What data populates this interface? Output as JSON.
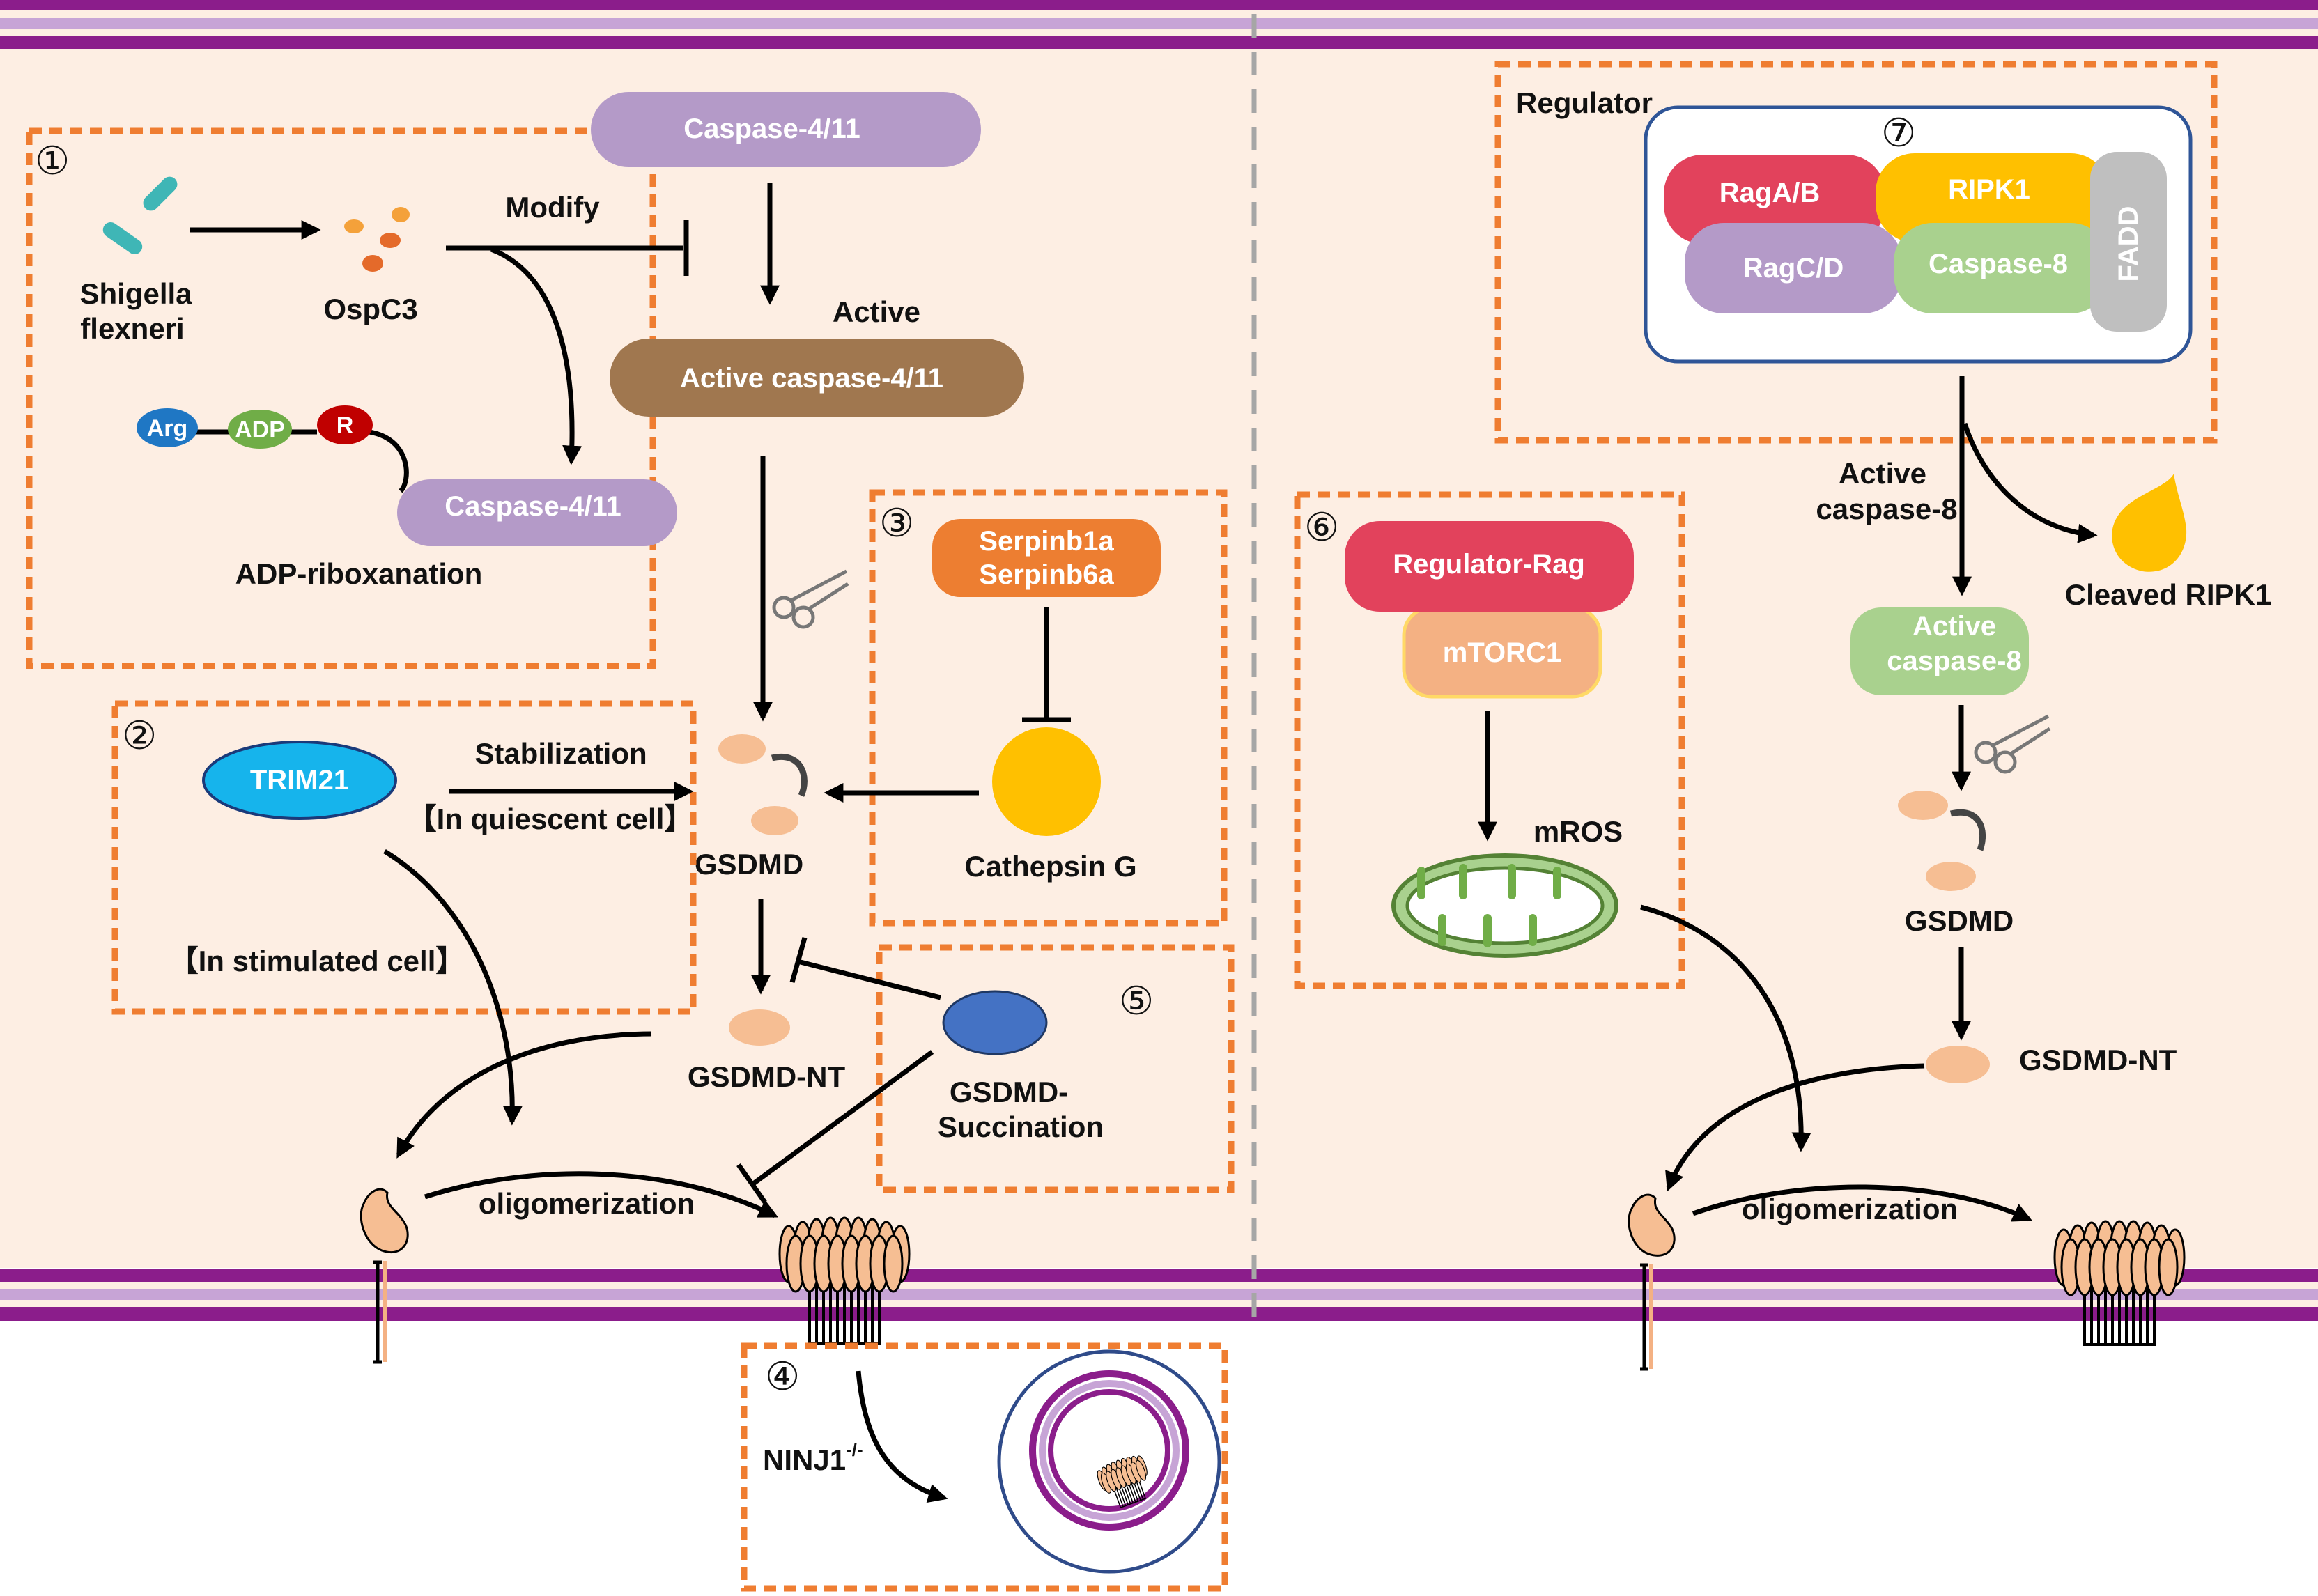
{
  "colors": {
    "cytoplasm": "#fdeee3",
    "membrane_dark": "#8b1d8b",
    "membrane_light": "#c7a4d6",
    "dashed_box": "#ef7d31",
    "caspase_purple": "#b49ac8",
    "active_caspase_brown": "#a0774f",
    "gsdmd": "#f6be93",
    "trim21": "#16b4ec",
    "serpin": "#ed7e31",
    "cathepsin": "#ffc000",
    "succination": "#4472c4",
    "raga": "#e2425c",
    "ripk1": "#ffc000",
    "ragcd": "#b49ac8",
    "caspase8": "#a9d18e",
    "fadd": "#bfbfbf",
    "mtorc1": "#f4b183",
    "mito": "#a9d18e"
  },
  "icons": [
    "shigella-bacterium-icon",
    "scissors-icon",
    "mitochondrion-icon",
    "gsdmd-pore-icon",
    "cleaved-ripk1-drop-icon"
  ],
  "panel1": {
    "number": "①",
    "caspase_top": "Caspase-4/11",
    "active_text": "Active",
    "active_caspase": "Active caspase-4/11",
    "modify": "Modify",
    "shigella_line1": "Shigella",
    "shigella_line2": "flexneri",
    "ospc3": "OspC3",
    "arg": "Arg",
    "adp": "ADP",
    "r": "R",
    "caspase_modified": "Caspase-4/11",
    "adp_riboxanation": "ADP-riboxanation"
  },
  "panel2": {
    "number": "②",
    "trim21": "TRIM21",
    "stabilization": "Stabilization",
    "quiescent": "【In quiescent cell】",
    "stimulated": "【In stimulated cell】"
  },
  "panel3": {
    "number": "③",
    "serpin_line1": "Serpinb1a",
    "serpin_line2": "Serpinb6a",
    "cathepsin": "Cathepsin G"
  },
  "panel4": {
    "number": "④",
    "ninj1": "NINJ1",
    "ninj1_sup": "-/-"
  },
  "panel5": {
    "number": "⑤",
    "succ_line1": "GSDMD-",
    "succ_line2": "Succination"
  },
  "left_center": {
    "gsdmd": "GSDMD",
    "gsdmd_nt": "GSDMD-NT",
    "oligomerization": "oligomerization"
  },
  "panel6": {
    "number": "⑥",
    "regulator_rag": "Regulator-Rag",
    "mtorc1": "mTORC1",
    "mros": "mROS"
  },
  "panel7": {
    "number": "⑦",
    "regulator": "Regulator",
    "raga": "RagA/B",
    "ripk1": "RIPK1",
    "ragcd": "RagC/D",
    "caspase8": "Caspase-8",
    "fadd": "FADD"
  },
  "right": {
    "active_c8_line1": "Active",
    "active_c8_line2": "caspase-8",
    "cleaved_ripk1": "Cleaved RIPK1",
    "active_c8_pill_line1": "Active",
    "active_c8_pill_line2": "caspase-8",
    "gsdmd": "GSDMD",
    "gsdmd_nt": "GSDMD-NT",
    "oligomerization": "oligomerization"
  }
}
